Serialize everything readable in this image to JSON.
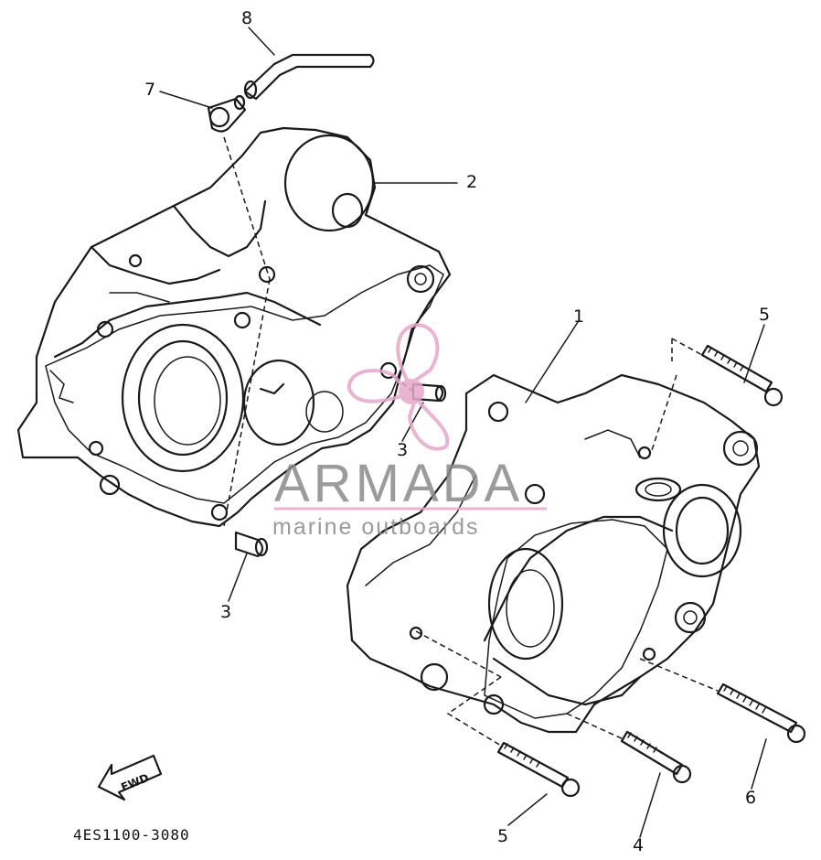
{
  "callouts": [
    {
      "id": "callout-1",
      "label": "1"
    },
    {
      "id": "callout-2",
      "label": "2"
    },
    {
      "id": "callout-3a",
      "label": "3"
    },
    {
      "id": "callout-3b",
      "label": "3"
    },
    {
      "id": "callout-4",
      "label": "4"
    },
    {
      "id": "callout-5a",
      "label": "5"
    },
    {
      "id": "callout-5b",
      "label": "5"
    },
    {
      "id": "callout-6",
      "label": "6"
    },
    {
      "id": "callout-7",
      "label": "7"
    },
    {
      "id": "callout-8",
      "label": "8"
    }
  ],
  "fwd_label": "FWD",
  "diagram_code": "4ES1100-3080",
  "watermark": {
    "brand": "ARMADA",
    "tagline": "marine outboards",
    "brand_color": "#e6a7c9"
  }
}
